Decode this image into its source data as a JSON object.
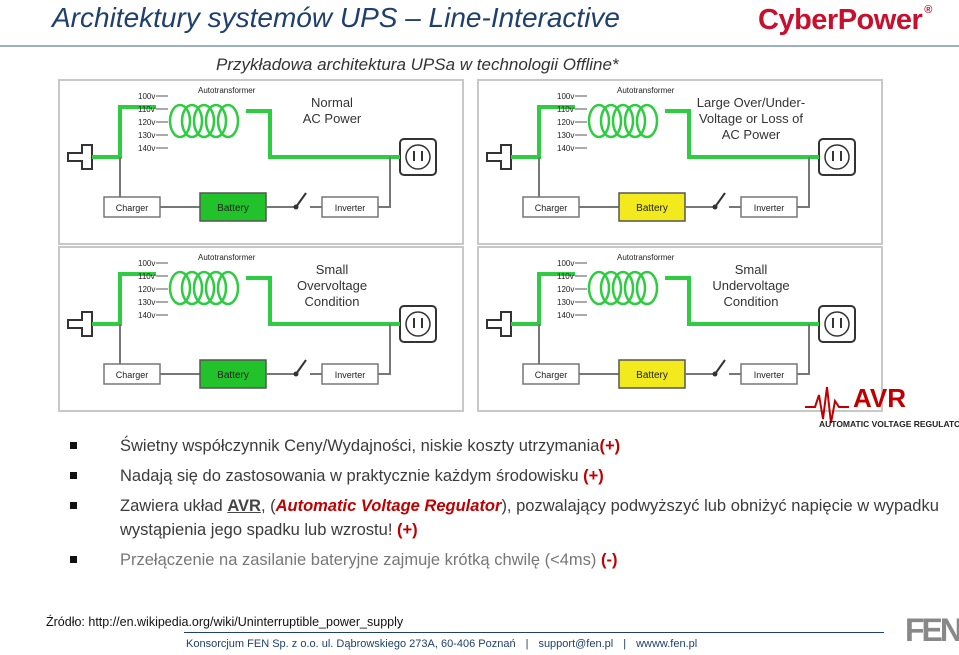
{
  "header": {
    "title": "Architektury systemów UPS – Line-Interactive",
    "brand": "CyberPower",
    "brand_mark": "®",
    "subtitle": "Przykładowa architektura UPSa w technologii Offline*"
  },
  "diagram_common": {
    "taps": [
      "100v",
      "110v",
      "120v",
      "130v",
      "140v"
    ],
    "autotransformer": "Autotransformer",
    "charger": "Charger",
    "battery": "Battery",
    "inverter": "Inverter"
  },
  "panels": [
    {
      "condition_line1": "Normal",
      "condition_line2": "AC Power",
      "condition_line3": "",
      "battery_color": "#22c22a"
    },
    {
      "condition_line1": "Large Over/Under-",
      "condition_line2": "Voltage or Loss of",
      "condition_line3": "AC Power",
      "battery_color": "#f2ea1c"
    },
    {
      "condition_line1": "Small",
      "condition_line2": "Overvoltage",
      "condition_line3": "Condition",
      "battery_color": "#22c22a"
    },
    {
      "condition_line1": "Small",
      "condition_line2": "Undervoltage",
      "condition_line3": "Condition",
      "battery_color": "#f2ea1c"
    }
  ],
  "avr_logo": {
    "text": "AVR",
    "subtext": "AUTOMATIC VOLTAGE REGULATOR"
  },
  "bullets": {
    "b1_text": "Świetny współczynnik Ceny/Wydajności, niskie koszty utrzymania",
    "b1_mark": "(+)",
    "b2_text": "Nadają się do zastosowania w praktycznie każdym środowisku ",
    "b2_mark": "(+)",
    "b3_pre": "Zawiera układ ",
    "b3_avr": "AVR",
    "b3_mid1": ", (",
    "b3_full": "Automatic Voltage Regulator",
    "b3_mid2": "), pozwalający podwyższyć lub obniżyć napięcie w wypadku wystąpienia jego spadku lub wzrostu! ",
    "b3_mark": "(+)",
    "b4_text": "Przełączenie na zasilanie bateryjne zajmuje krótką chwilę (<4ms) ",
    "b4_mark": "(-)"
  },
  "source": "Źródło: http://en.wikipedia.org/wiki/Uninterruptible_power_supply",
  "footer": {
    "company": "Konsorcjum FEN Sp. z o.o. ul. Dąbrowskiego 273A, 60-406 Poznań",
    "email": "support@fen.pl",
    "web": "wwww.fen.pl"
  },
  "fen_logo": "FEN"
}
